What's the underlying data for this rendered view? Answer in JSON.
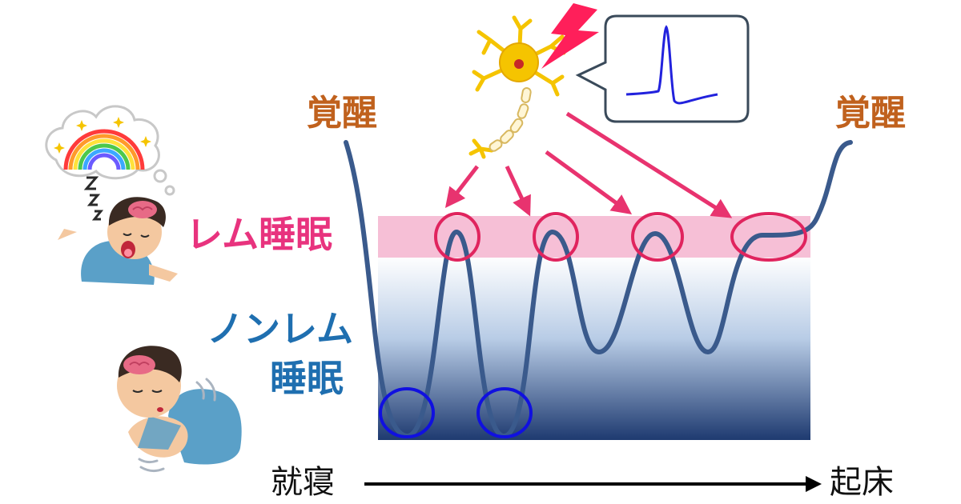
{
  "labels": {
    "awake_left": "覚醒",
    "awake_right": "覚醒",
    "rem": "レム睡眠",
    "nrem_line1": "ノンレム",
    "nrem_line2": "睡眠",
    "bedtime": "就寝",
    "wakeup": "起床"
  },
  "colors": {
    "awake": "#c0611d",
    "rem": "#e8337e",
    "nrem": "#1f6fb0",
    "curve": "#3a5a8c",
    "rem_band": "#f6bfd6",
    "nrem_dark": "#1e3a70",
    "rem_marker": "#e0245e",
    "deep_marker": "#1010e0",
    "arrow": "#e8336f",
    "neuron": "#f5c400",
    "spike": "#2222dd"
  },
  "icons": [
    "sleeping-boy-dreaming-icon",
    "sleeping-boy-icon",
    "neuron-icon",
    "lightning-bolt-icon",
    "action-potential-bubble-icon"
  ]
}
